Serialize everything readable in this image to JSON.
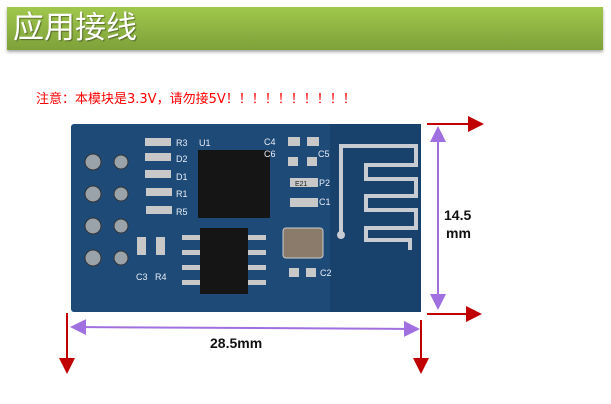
{
  "header": {
    "title": "应用接线"
  },
  "warning": "注意：本模块是3.3V，请勿接5V！！！！！！！！！！",
  "board": {
    "silkscreen": [
      "R3",
      "U1",
      "D2",
      "D1",
      "R1",
      "R5",
      "C4",
      "C6",
      "C5",
      "P2",
      "C1",
      "C2",
      "C3",
      "R4"
    ],
    "chip_marking": "E21"
  },
  "dimensions": {
    "height_value": "14.5",
    "height_unit": "mm",
    "width": "28.5mm"
  },
  "colors": {
    "banner": "#8fb443",
    "warning": "#ff0000",
    "pcb": "#1e4a78",
    "dimension_line": "#a070e0",
    "arrow": "#c00000"
  }
}
